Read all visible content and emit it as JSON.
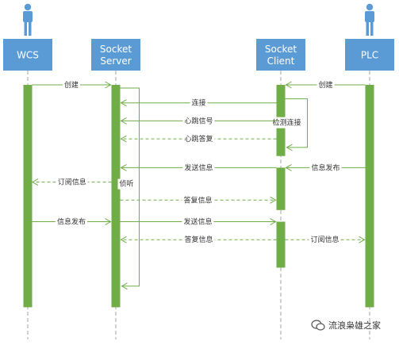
{
  "colors": {
    "participant": "#5b9bd5",
    "activation": "#70ad47",
    "lifeline": "#a6a6a6",
    "text": "#333333"
  },
  "participants": [
    {
      "id": "wcs",
      "lines": [
        "WCS"
      ],
      "actor": true
    },
    {
      "id": "socket_server",
      "lines": [
        "Socket",
        "Server"
      ],
      "actor": false
    },
    {
      "id": "socket_client",
      "lines": [
        "Socket",
        "Client"
      ],
      "actor": false
    },
    {
      "id": "plc",
      "lines": [
        "PLC"
      ],
      "actor": true
    }
  ],
  "activations": [
    {
      "participant": "wcs",
      "from_step": 0,
      "to_step": 12
    },
    {
      "participant": "socket_server",
      "from_step": 0,
      "to_step": 12
    },
    {
      "participant": "socket_client",
      "from_step": 0,
      "to_step": 3.6
    },
    {
      "participant": "socket_client",
      "from_step": 4.6,
      "to_step": 6.6
    },
    {
      "participant": "socket_client",
      "from_step": 7.6,
      "to_step": 9.8
    },
    {
      "participant": "plc",
      "from_step": 0,
      "to_step": 12
    }
  ],
  "messages": [
    {
      "from": "wcs",
      "to": "socket_server",
      "label": "创建",
      "style": "solid",
      "step": 0
    },
    {
      "from": "plc",
      "to": "socket_client",
      "label": "创建",
      "style": "solid",
      "step": 0
    },
    {
      "from": "socket_client",
      "to": "socket_server",
      "label": "连接",
      "style": "solid",
      "step": 1
    },
    {
      "from": "socket_client",
      "to": "socket_server",
      "label": "心跳信号",
      "style": "solid",
      "step": 2
    },
    {
      "from": "socket_client",
      "to": "socket_server",
      "label": "心跳答复",
      "style": "dashed",
      "step": 3
    },
    {
      "from": "socket_client",
      "to": "socket_server",
      "label": "发送信息",
      "style": "solid",
      "step": 4.6
    },
    {
      "from": "plc",
      "to": "socket_client",
      "label": "信息发布",
      "style": "solid",
      "step": 4.6
    },
    {
      "from": "socket_server",
      "to": "wcs",
      "label": "订阅信息",
      "style": "dashed",
      "step": 5.4
    },
    {
      "from": "socket_server",
      "to": "socket_client",
      "label": "答复信息",
      "style": "dashed",
      "step": 6.4
    },
    {
      "from": "wcs",
      "to": "socket_server",
      "label": "信息发布",
      "style": "solid",
      "step": 7.6
    },
    {
      "from": "socket_server",
      "to": "socket_client",
      "label": "发送信息",
      "style": "solid",
      "step": 7.6
    },
    {
      "from": "socket_client",
      "to": "socket_server",
      "label": "答复信息",
      "style": "dashed",
      "step": 8.6
    },
    {
      "from": "socket_client",
      "to": "plc",
      "label": "订阅信息",
      "style": "dashed",
      "step": 8.6
    }
  ],
  "self_calls": [
    {
      "participant": "socket_client",
      "label": "检测连接",
      "from_step": 0.6,
      "to_step": 3.3
    },
    {
      "participant": "socket_server",
      "label": "侦听",
      "from_step": 0,
      "to_step": 11
    }
  ],
  "watermark": {
    "icon": "wechat-icon",
    "text": "流浪枭雄之家"
  }
}
